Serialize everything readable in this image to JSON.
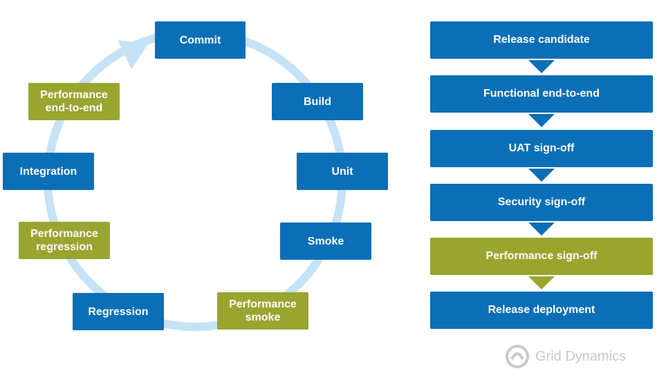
{
  "colors": {
    "blue": "#0b6fb8",
    "green": "#9aa52f",
    "cycle_arrow": "#c5e2f6",
    "logo_gray": "#c9c9c9"
  },
  "cycle": [
    {
      "id": "commit",
      "label": "Commit",
      "color": "blue"
    },
    {
      "id": "build",
      "label": "Build",
      "color": "blue"
    },
    {
      "id": "unit",
      "label": "Unit",
      "color": "blue"
    },
    {
      "id": "smoke",
      "label": "Smoke",
      "color": "blue"
    },
    {
      "id": "performance-smoke",
      "label": "Performance\nsmoke",
      "color": "green"
    },
    {
      "id": "regression",
      "label": "Regression",
      "color": "blue"
    },
    {
      "id": "performance-regression",
      "label": "Performance\nregression",
      "color": "green"
    },
    {
      "id": "integration",
      "label": "Integration",
      "color": "blue"
    },
    {
      "id": "performance-end-to-end",
      "label": "Performance\nend-to-end",
      "color": "green"
    }
  ],
  "pipeline": [
    {
      "id": "release-candidate",
      "label": "Release candidate",
      "color": "blue"
    },
    {
      "id": "functional-end-to-end",
      "label": "Functional end-to-end",
      "color": "blue"
    },
    {
      "id": "uat-sign-off",
      "label": "UAT sign-off",
      "color": "blue"
    },
    {
      "id": "security-sign-off",
      "label": "Security sign-off",
      "color": "blue"
    },
    {
      "id": "performance-sign-off",
      "label": "Performance sign-off",
      "color": "green"
    },
    {
      "id": "release-deployment",
      "label": "Release deployment",
      "color": "blue"
    }
  ],
  "logo": {
    "text": "Grid Dynamics",
    "icon": "grid-dynamics-logo-icon"
  }
}
